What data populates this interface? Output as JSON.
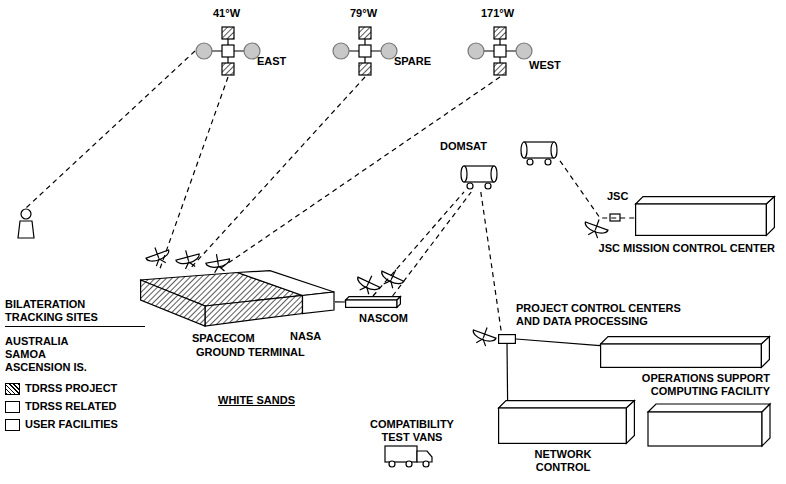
{
  "diagram": {
    "nodes": [
      {
        "text": [
          "41°W",
          "EAST"
        ]
      },
      {
        "text": [
          "79°W",
          "SPARE"
        ]
      },
      {
        "text": [
          "171°W",
          "WEST"
        ]
      },
      {
        "text": [
          "BILATERATION TRACKING SITES",
          "AUSTRALIA SAMOA ASCENSION IS."
        ]
      },
      {
        "text": [
          "SPACECOM",
          "NASA",
          "GROUND TERMINAL"
        ]
      },
      {
        "text": [
          "NASCOM"
        ]
      },
      {
        "text": [
          "DOMSAT"
        ]
      },
      {
        "text": [
          "JSC",
          "JSC MISSION CONTROL CENTER"
        ]
      },
      {
        "text": [
          "PROJECT CONTROL CENTERS AND DATA PROCESSING"
        ]
      },
      {
        "text": [
          "OPERATIONS SUPPORT COMPUTING FACILITY"
        ]
      },
      {
        "text": [
          "NETWORK CONTROL"
        ]
      }
    ],
    "edges": [
      {
        "from": 0,
        "to": 3,
        "arrow": "none"
      },
      {
        "from": 0,
        "to": 4,
        "arrow": "none"
      },
      {
        "from": 1,
        "to": 4,
        "arrow": "none"
      },
      {
        "from": 2,
        "to": 4,
        "arrow": "none"
      },
      {
        "from": 4,
        "to": 5,
        "arrow": "none"
      },
      {
        "from": 5,
        "to": 6,
        "arrow": "none"
      },
      {
        "from": 5,
        "to": 6,
        "arrow": "none"
      },
      {
        "from": 6,
        "to": 7,
        "arrow": "none"
      },
      {
        "from": 6,
        "to": 8,
        "arrow": "none"
      },
      {
        "from": 8,
        "to": 9,
        "arrow": "none"
      },
      {
        "from": 8,
        "to": 10,
        "arrow": "none"
      }
    ],
    "labels": [
      "WHITE SANDS",
      "COMPATIBILITY TEST VANS"
    ],
    "legend": [
      {
        "text": "TDRSS PROJECT"
      },
      {
        "text": "TDRSS RELATED",
        "color": "#ffffff"
      },
      {
        "text": "USER FACILITIES",
        "color": "#ffffff"
      }
    ]
  }
}
